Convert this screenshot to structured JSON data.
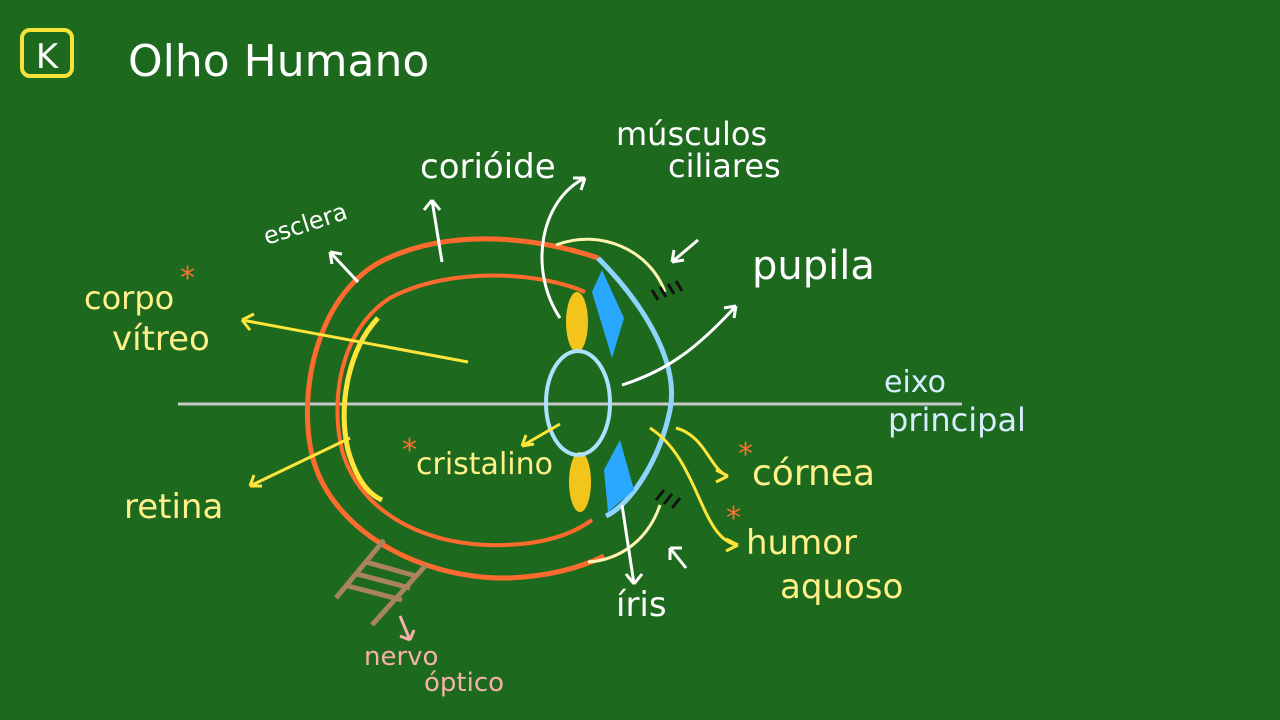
{
  "logo": {
    "letter": "K"
  },
  "title": "Olho Humano",
  "labels": {
    "esclera": "esclera",
    "corioide": "corióide",
    "musculos_1": "músculos",
    "musculos_2": "ciliares",
    "pupila": "pupila",
    "corpo_1": "corpo",
    "corpo_2": "vítreo",
    "eixo_1": "eixo",
    "eixo_2": "principal",
    "cristalino": "cristalino",
    "cornea": "córnea",
    "retina": "retina",
    "humor_1": "humor",
    "humor_2": "aquoso",
    "iris": "íris",
    "nervo_1": "nervo",
    "nervo_2": "óptico"
  },
  "asterisk": "*",
  "colors": {
    "background": "#1d6a1f",
    "sclera": "#ff6a2e",
    "choroid": "#ff6a2e",
    "retina": "#ffe53a",
    "lens": "#aee0ff",
    "cornea": "#8fd3ff",
    "iris": "#2aa8ff",
    "ciliary": "#f3c51a",
    "optic_nerve": "#a9835e",
    "axis": "#c8c8c8"
  }
}
